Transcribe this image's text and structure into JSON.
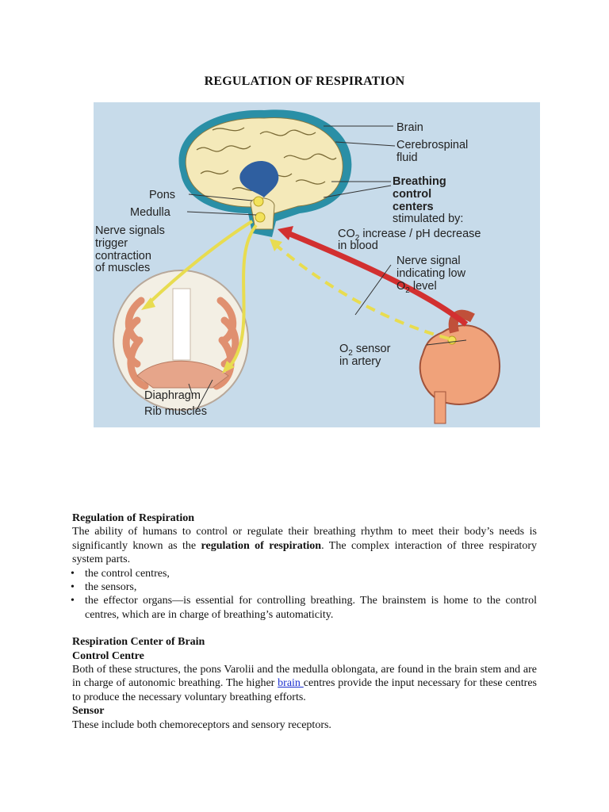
{
  "title": "REGULATION OF RESPIRATION",
  "figure": {
    "labels": {
      "brain": "Brain",
      "csf_1": "Cerebrospinal",
      "csf_2": "fluid",
      "bcc_1": "Breathing",
      "bcc_2": "control",
      "bcc_3": "centers",
      "stimulated": "stimulated by:",
      "co2_a": "CO",
      "co2_sub": "2",
      "co2_b": " increase / pH decrease",
      "in_blood": "in blood",
      "pons": "Pons",
      "medulla": "Medulla",
      "nerve_trig_1": "Nerve signals",
      "nerve_trig_2": "trigger",
      "nerve_trig_3": "contraction",
      "nerve_trig_4": "of muscles",
      "ns_1": "Nerve signal",
      "ns_2": "indicating low",
      "ns_3a": "O",
      "ns_3sub": "2",
      "ns_3b": " level",
      "o2s_a": "O",
      "o2s_sub": "2",
      "o2s_b": " sensor",
      "in_artery": "in artery",
      "diaphragm": "Diaphragm",
      "rib_muscles": "Rib muscles"
    }
  },
  "section1": {
    "heading": "Regulation of Respiration",
    "intro_a": "The ability of humans to control or regulate their breathing rhythm to meet their body’s needs is significantly known as the ",
    "intro_bold": "regulation of respiration",
    "intro_b": ". The complex interaction of three respiratory system parts.",
    "bullets": [
      "the control centres,",
      "the sensors,",
      "the effector organs—is essential for controlling breathing. The brainstem is home to the control centres, which are in charge of breathing’s automaticity."
    ]
  },
  "section2": {
    "heading": "Respiration Center of Brain",
    "sub1": "Control Centre",
    "para1_a": "Both of these structures, the pons Varolii and the medulla oblongata, are found in the brain stem and are in charge of autonomic breathing. The higher ",
    "para1_link": "brain ",
    "para1_b": "centres provide the input necessary for these centres to produce the necessary voluntary breathing efforts.",
    "sub2": "Sensor",
    "para2": "These include both chemoreceptors and sensory receptors."
  }
}
